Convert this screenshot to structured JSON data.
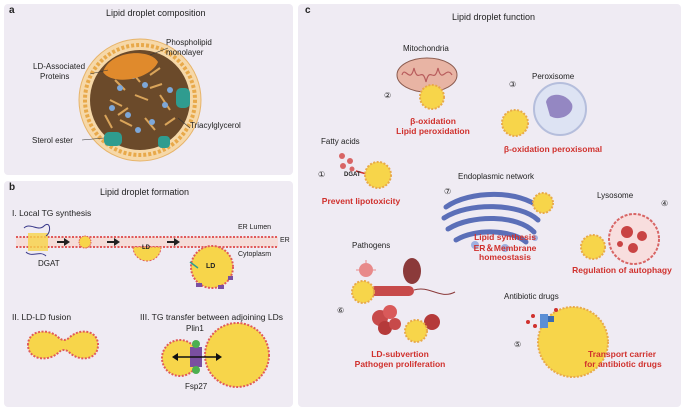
{
  "panel_a": {
    "letter": "a",
    "title": "Lipid droplet composition",
    "labels": {
      "phospholipid": "Phospholipid",
      "monolayer": "monolayer",
      "ld_associated": "LD-Associated",
      "proteins": "Proteins",
      "triacylglycerol": "Triacylglycerol",
      "sterol_ester": "Sterol ester"
    }
  },
  "panel_b": {
    "letter": "b",
    "title": "Lipid droplet formation",
    "sub_i": "I. Local TG synthesis",
    "er_lumen": "ER Lumen",
    "er": "ER",
    "cytoplasm": "Cytoplasm",
    "dgat": "DGAT",
    "ld": "LD",
    "sub_ii": "II. LD-LD fusion",
    "sub_iii": "III. TG transfer between adjoining LDs",
    "plin1": "Plin1",
    "fsp27": "Fsp27"
  },
  "panel_c": {
    "letter": "c",
    "title": "Lipid droplet function",
    "mitochondria": "Mitochondria",
    "num2": "②",
    "beta_ox": "β-oxidation",
    "lipid_perox": "Lipid peroxidation",
    "peroxisome": "Peroxisome",
    "num3": "③",
    "beta_ox_perox": "β-oxidation peroxisomal",
    "fatty_acids": "Fatty acids",
    "num1": "①",
    "dgat": "DGAT",
    "prevent": "Prevent lipotoxicity",
    "er_network": "Endoplasmic network",
    "num7": "⑦",
    "lipid_synth": "Lipid synthesis",
    "er_membrane": "ER＆Membrane",
    "homeostasis": "homeostasis",
    "lysosome": "Lysosome",
    "num4": "④",
    "autophagy": "Regulation of autophagy",
    "pathogens": "Pathogens",
    "num6": "⑥",
    "ld_subversion": "LD-subvertion",
    "pathogen_prolif": "Pathogen proliferation",
    "antibiotic": "Antibiotic drugs",
    "num5": "⑤",
    "transport": "Transport carrier",
    "for_antibiotic": "for antibiotic drugs"
  },
  "colors": {
    "panel_bg": "#efebf3",
    "lipid_yellow": "#f7d54a",
    "lipid_border": "#e05a5a",
    "red_text": "#d0312d",
    "er_blue": "#5b6fb8",
    "protein_orange": "#e08a2c",
    "protein_teal": "#2f9c8f"
  }
}
